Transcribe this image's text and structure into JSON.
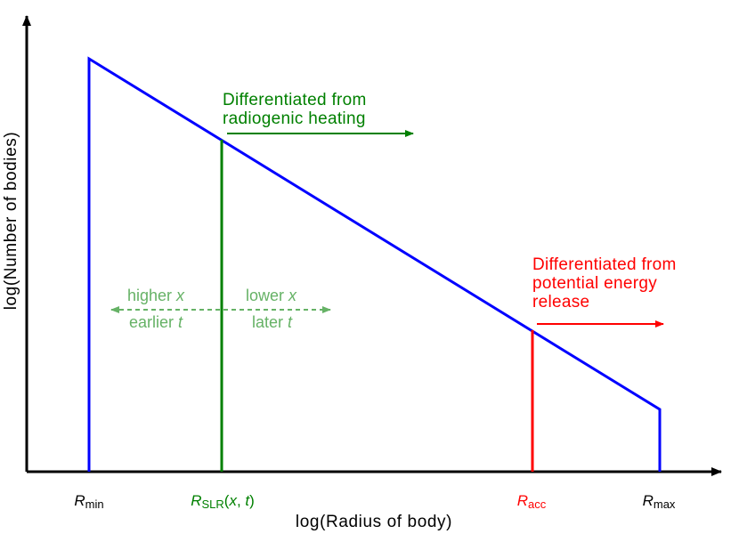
{
  "axes": {
    "x_label": "log(Radius of body)",
    "y_label": "log(Number of bodies)"
  },
  "ticks": {
    "r_min": {
      "symbol": "R",
      "subscript": "min"
    },
    "r_slr": {
      "symbol": "R",
      "subscript": "SLR",
      "args": "(x, t)",
      "arg_open": "(",
      "arg_x": "x",
      "arg_comma": ", ",
      "arg_t": "t",
      "arg_close": ")"
    },
    "r_acc": {
      "symbol": "R",
      "subscript": "acc"
    },
    "r_max": {
      "symbol": "R",
      "subscript": "max"
    }
  },
  "annotations": {
    "radiogenic": {
      "line1": "Differentiated from",
      "line2": "radiogenic heating"
    },
    "potential": {
      "line1": "Differentiated from",
      "line2": "potential energy",
      "line3": "release"
    },
    "direction": {
      "left_line1": "higher ",
      "left_var1": "x",
      "left_line2": "earlier ",
      "left_var2": "t",
      "right_line1": "lower ",
      "right_var1": "x",
      "right_line2": "later ",
      "right_var2": "t"
    }
  },
  "colors": {
    "distribution": "#0000ff",
    "slr": "#008000",
    "slr_light": "#66b266",
    "acc": "#ff0000",
    "axis": "#000000"
  }
}
